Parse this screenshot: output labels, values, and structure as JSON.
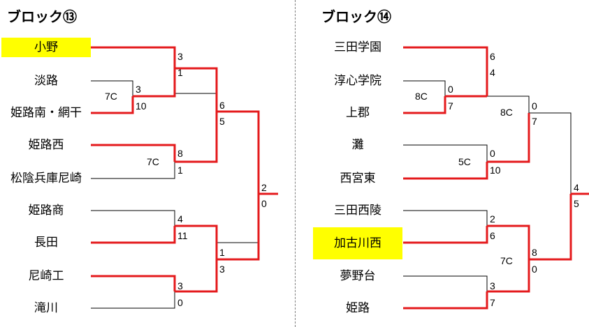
{
  "colors": {
    "winner_line": "#e41a1c",
    "loser_line": "#000000",
    "highlight": "#ffff00"
  },
  "block13": {
    "title": "ブロック⑬",
    "teams": [
      "小野",
      "淡路",
      "姫路南・網干",
      "姫路西",
      "松陰兵庫尼崎",
      "姫路商",
      "長田",
      "尼崎工",
      "滝川"
    ],
    "r1": {
      "court": "7C",
      "top": "3",
      "bottom": "10"
    },
    "r2": [
      {
        "top": "3",
        "bottom": "1"
      },
      {
        "court": "7C",
        "top": "8",
        "bottom": "1"
      },
      {
        "top": "4",
        "bottom": "11"
      },
      {
        "top": "3",
        "bottom": "0"
      }
    ],
    "r3": [
      {
        "top": "6",
        "bottom": "5"
      },
      {
        "top": "1",
        "bottom": "3"
      }
    ],
    "r4": {
      "top": "2",
      "bottom": "0"
    }
  },
  "block14": {
    "title": "ブロック⑭",
    "teams": [
      "三田学園",
      "淳心学院",
      "上郡",
      "灘",
      "西宮東",
      "三田西陵",
      "加古川西",
      "夢野台",
      "姫路"
    ],
    "r1": [
      {
        "court": "8C",
        "top": "0",
        "bottom": "7"
      },
      {
        "court": "5C",
        "top": "0",
        "bottom": "10"
      },
      {
        "top": "2",
        "bottom": "6"
      },
      {
        "top": "3",
        "bottom": "7"
      }
    ],
    "r2": [
      {
        "top": "6",
        "bottom": "4"
      },
      {
        "court": "8C",
        "top": "0",
        "bottom": "7"
      },
      {
        "court": "7C",
        "top": "8",
        "bottom": "0"
      }
    ],
    "r3": {
      "top": "4",
      "bottom": "5"
    }
  }
}
